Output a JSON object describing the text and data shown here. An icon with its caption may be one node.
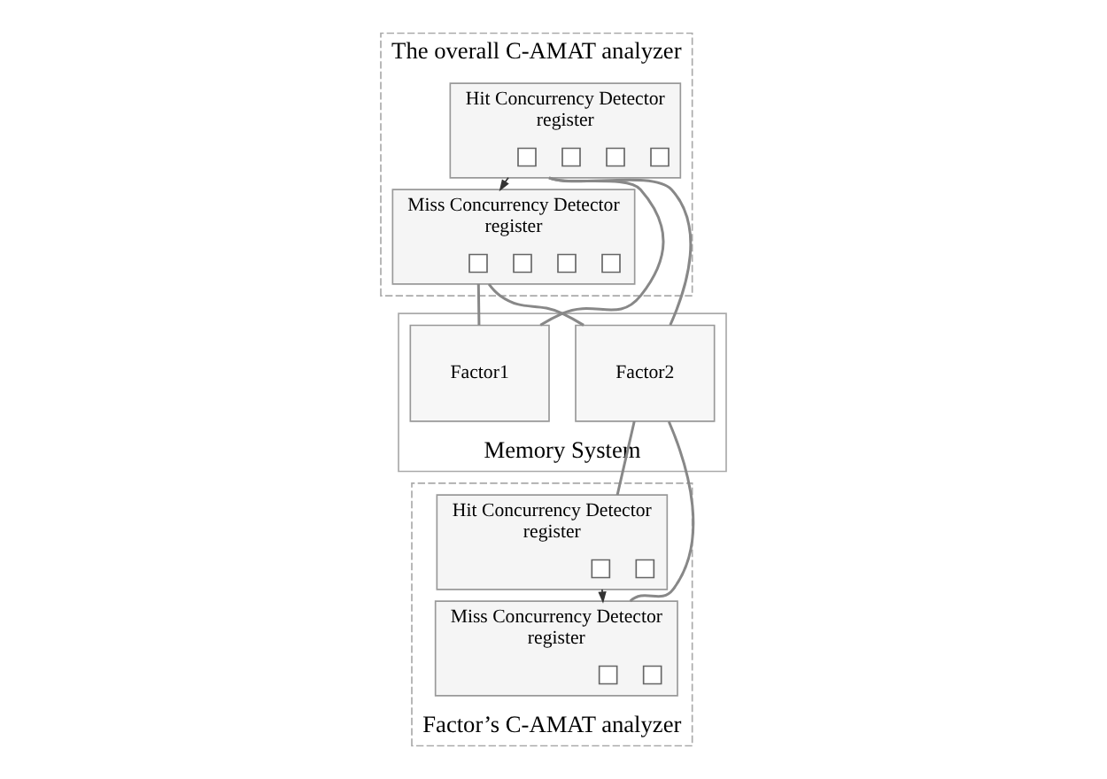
{
  "diagram": {
    "nodes": [
      {
        "text": [
          "The overall C-AMAT analyzer"
        ]
      },
      {
        "text": [
          "Hit Concurrency Detector",
          "register"
        ],
        "in": 0
      },
      {
        "text": [],
        "shape": "box",
        "in": 1
      },
      {
        "text": [],
        "shape": "box",
        "in": 1
      },
      {
        "text": [],
        "shape": "box",
        "in": 1
      },
      {
        "text": [],
        "shape": "box",
        "in": 1
      },
      {
        "text": [
          "Miss Concurrency Detector",
          "register"
        ],
        "in": 0
      },
      {
        "text": [],
        "shape": "box",
        "in": 6
      },
      {
        "text": [],
        "shape": "box",
        "in": 6
      },
      {
        "text": [],
        "shape": "box",
        "in": 6
      },
      {
        "text": [],
        "shape": "box",
        "in": 6
      },
      {
        "text": [
          "Memory System"
        ]
      },
      {
        "text": [
          "Factor1"
        ],
        "in": 11
      },
      {
        "text": [
          "Factor2"
        ],
        "in": 11
      },
      {
        "text": [
          "Factor’s C-AMAT analyzer"
        ]
      },
      {
        "text": [
          "Hit Concurrency Detector",
          "register"
        ],
        "in": 14
      },
      {
        "text": [],
        "shape": "box",
        "in": 15
      },
      {
        "text": [],
        "shape": "box",
        "in": 15
      },
      {
        "text": [
          "Miss Concurrency Detector",
          "register"
        ],
        "in": 14
      },
      {
        "text": [],
        "shape": "box",
        "in": 18
      },
      {
        "text": [],
        "shape": "box",
        "in": 18
      }
    ],
    "edges": [
      {
        "from": 1,
        "to": 6,
        "arrow": "to",
        "color": "#333333"
      },
      {
        "from": 1,
        "to": 12,
        "arrow": "none"
      },
      {
        "from": 1,
        "to": 13,
        "arrow": "none"
      },
      {
        "from": 6,
        "to": 12,
        "arrow": "none"
      },
      {
        "from": 6,
        "to": 13,
        "arrow": "none"
      },
      {
        "from": 13,
        "to": 15,
        "arrow": "none"
      },
      {
        "from": 13,
        "to": 18,
        "arrow": "none"
      },
      {
        "from": 15,
        "to": 18,
        "arrow": "to",
        "color": "#333333"
      }
    ]
  }
}
